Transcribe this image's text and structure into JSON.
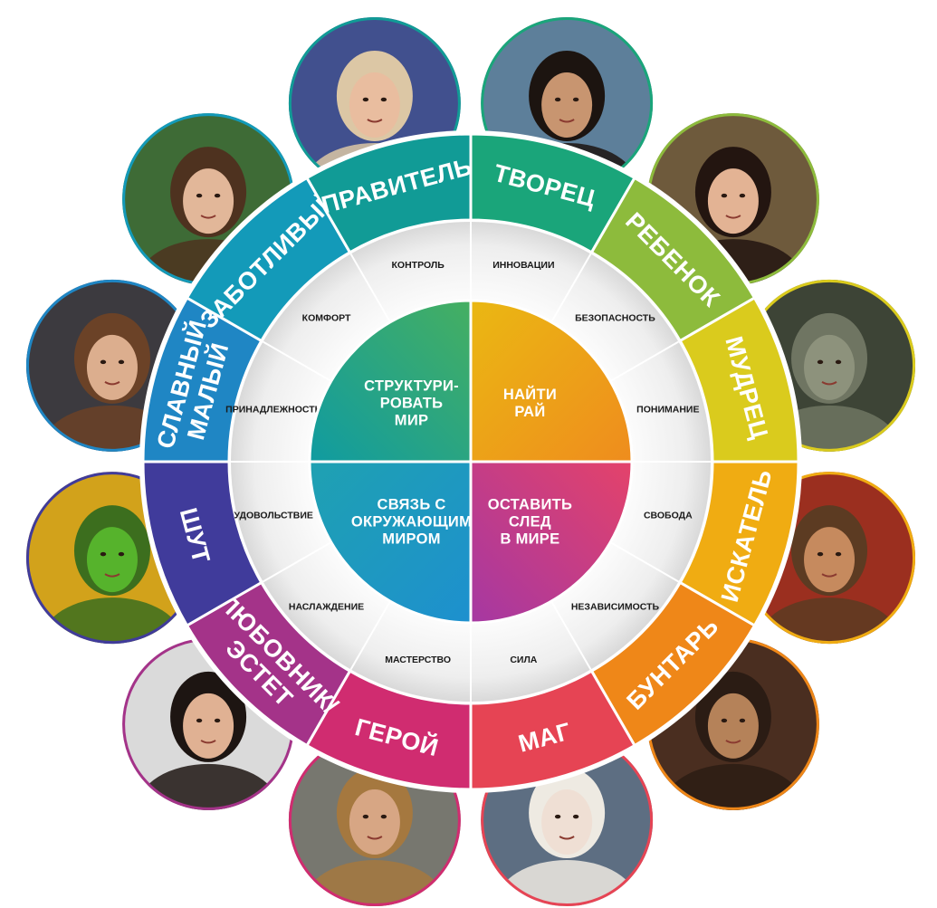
{
  "archetypes": [
    {
      "name": [
        "ТВОРЕЦ"
      ],
      "color": "#1aa57a",
      "value": "ИННОВАЦИИ",
      "portrait": "woman-flower-crown-portrait",
      "bg": "#5d7f9a",
      "skin": "#c89570",
      "hair": "#1c1410"
    },
    {
      "name": [
        "РЕБЕНОК"
      ],
      "color": "#8dbb3c",
      "value": "БЕЗОПАСНОСТЬ",
      "portrait": "smiling-woman-bob-haircut-portrait",
      "bg": "#6e5a3c",
      "skin": "#e3b394",
      "hair": "#231510"
    },
    {
      "name": [
        "МУДРЕЦ"
      ],
      "color": "#dacb1d",
      "value": "ПОНИМАНИЕ",
      "portrait": "green-alien-sage-portrait",
      "bg": "#3d4436",
      "skin": "#8d927c",
      "hair": "#6f7562"
    },
    {
      "name": [
        "ИСКАТЕЛЬ"
      ],
      "color": "#f0ac12",
      "value": "СВОБОДА",
      "portrait": "painted-man-self-portrait",
      "bg": "#9b2f1f",
      "skin": "#c68a5e",
      "hair": "#5c3b22"
    },
    {
      "name": [
        "БУНТАРЬ"
      ],
      "color": "#ef8718",
      "value": "НЕЗАВИСИМОСТЬ",
      "portrait": "pirate-man-portrait",
      "bg": "#4a2e20",
      "skin": "#b58259",
      "hair": "#2b1c14"
    },
    {
      "name": [
        "МАГ"
      ],
      "color": "#e64454",
      "value": "СИЛА",
      "portrait": "platinum-hair-woman-portrait",
      "bg": "#5d6e82",
      "skin": "#efdfd4",
      "hair": "#eeeae2"
    },
    {
      "name": [
        "ГЕРОЙ"
      ],
      "color": "#d02c70",
      "value": "МАСТЕРСТВО",
      "portrait": "armored-warrior-portrait",
      "bg": "#77776f",
      "skin": "#d7a684",
      "hair": "#a5783f"
    },
    {
      "name": [
        "ЛЮБОВНИК/",
        "ЭСТЕТ"
      ],
      "color": "#a43389",
      "value": "НАСЛАЖДЕНИЕ",
      "portrait": "dark-hair-woman-portrait",
      "bg": "#dadada",
      "skin": "#e0b193",
      "hair": "#1d1512"
    },
    {
      "name": [
        "ШУТ"
      ],
      "color": "#403b9b",
      "value": "УДОВОЛЬСТВИЕ",
      "portrait": "green-mask-jester-portrait",
      "bg": "#d2a21b",
      "skin": "#56b32c",
      "hair": "#3c6e1e"
    },
    {
      "name": [
        "СЛАВНЫЙ",
        "МАЛЫЙ"
      ],
      "color": "#1f86c4",
      "value": "ПРИНАДЛЕЖНОСТЬ",
      "portrait": "woman-in-polo-portrait",
      "bg": "#3c3a3f",
      "skin": "#dcae8e",
      "hair": "#6b4227"
    },
    {
      "name": [
        "ЗАБОТЛИВЫЙ"
      ],
      "color": "#139ab9",
      "value": "КОМФОРТ",
      "portrait": "young-woman-lace-collar-portrait",
      "bg": "#3e6b36",
      "skin": "#e2b799",
      "hair": "#4e321f"
    },
    {
      "name": [
        "ПРАВИТЕЛЬ"
      ],
      "color": "#119b96",
      "value": "КОНТРОЛЬ",
      "portrait": "blonde-older-woman-portrait",
      "bg": "#41508e",
      "skin": "#e9bd9f",
      "hair": "#dcc7a5"
    }
  ],
  "quadrants": [
    {
      "lines": [
        "СТРУКТУРИ-",
        "РОВАТЬ",
        "МИР"
      ],
      "gradient": [
        "#0d9aa4",
        "#48b05e"
      ]
    },
    {
      "lines": [
        "НАЙТИ",
        "РАЙ"
      ],
      "gradient": [
        "#eaba12",
        "#ef8a1e"
      ]
    },
    {
      "lines": [
        "ОСТАВИТЬ",
        "СЛЕД",
        "В МИРЕ"
      ],
      "gradient": [
        "#e74367",
        "#a237a5"
      ]
    },
    {
      "lines": [
        "СВЯЗЬ С",
        "ОКРУЖАЮЩИМ",
        "МИРОМ"
      ],
      "gradient": [
        "#1d8fd0",
        "#1fa2b0"
      ]
    }
  ]
}
